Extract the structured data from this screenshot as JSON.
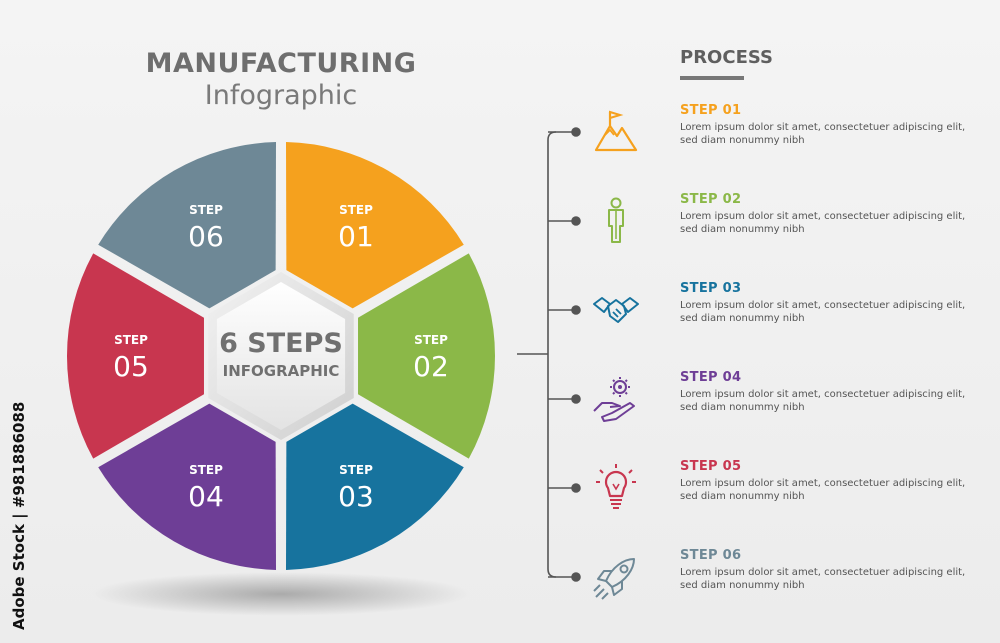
{
  "header": {
    "title": "MANUFACTURING",
    "subtitle": "Infographic"
  },
  "center": {
    "line1": "6 STEPS",
    "line2": "INFOGRAPHIC"
  },
  "segments": [
    {
      "label": "STEP",
      "number": "01",
      "color": "#F5A11E"
    },
    {
      "label": "STEP",
      "number": "02",
      "color": "#8BB848"
    },
    {
      "label": "STEP",
      "number": "03",
      "color": "#17739E"
    },
    {
      "label": "STEP",
      "number": "04",
      "color": "#6E3E96"
    },
    {
      "label": "STEP",
      "number": "05",
      "color": "#C8364F"
    },
    {
      "label": "STEP",
      "number": "06",
      "color": "#6E8896"
    }
  ],
  "process": {
    "title": "PROCESS",
    "steps": [
      {
        "title": "STEP 01",
        "color": "#F5A11E",
        "icon": "mountain-flag-icon",
        "desc": "Lorem ipsum dolor sit amet, consectetuer adipiscing elit, sed diam nonummy nibh"
      },
      {
        "title": "STEP 02",
        "color": "#8BB848",
        "icon": "person-icon",
        "desc": "Lorem ipsum dolor sit amet, consectetuer adipiscing elit, sed diam nonummy nibh"
      },
      {
        "title": "STEP 03",
        "color": "#17739E",
        "icon": "handshake-icon",
        "desc": "Lorem ipsum dolor sit amet, consectetuer adipiscing elit, sed diam nonummy nibh"
      },
      {
        "title": "STEP 04",
        "color": "#6E3E96",
        "icon": "hand-gear-icon",
        "desc": "Lorem ipsum dolor sit amet, consectetuer adipiscing elit, sed diam nonummy nibh"
      },
      {
        "title": "STEP 05",
        "color": "#C8364F",
        "icon": "lightbulb-icon",
        "desc": "Lorem ipsum dolor sit amet, consectetuer adipiscing elit, sed diam nonummy nibh"
      },
      {
        "title": "STEP 06",
        "color": "#6E8896",
        "icon": "rocket-icon",
        "desc": "Lorem ipsum dolor sit amet, consectetuer adipiscing elit, sed diam nonummy nibh"
      }
    ]
  },
  "watermark": "Adobe Stock | #981886088"
}
